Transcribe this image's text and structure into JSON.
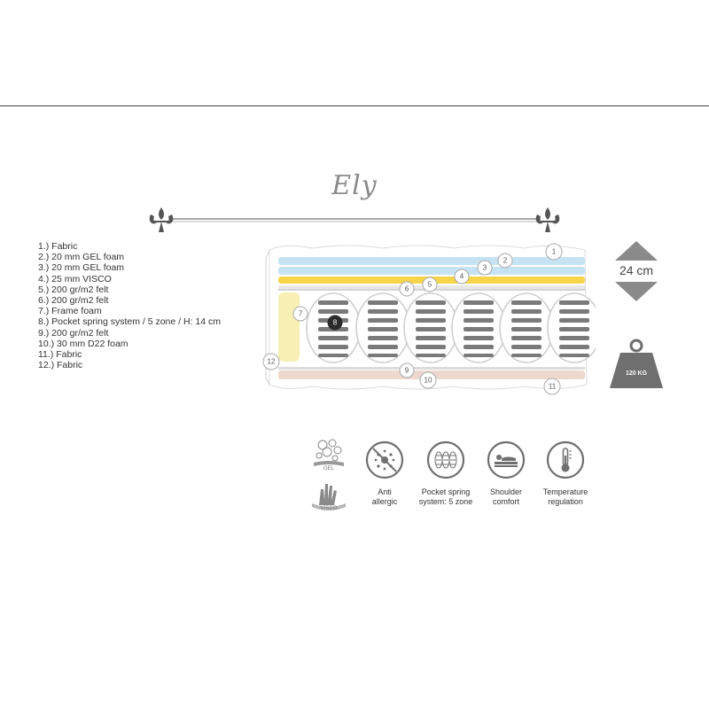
{
  "title": "Ely",
  "layers": [
    "1.) Fabric",
    "2.) 20 mm GEL foam",
    "3.) 20 mm GEL foam",
    "4.) 25 mm VISCO",
    "5.) 200 gr/m2 felt",
    "6.) 200 gr/m2 felt",
    "7.) Frame foam",
    "8.) Pocket spring system / 5 zone / H: 14 cm",
    "9.) 200 gr/m2 felt",
    "10.) 30 mm D22 foam",
    "11.) Fabric",
    "12.) Fabric"
  ],
  "callouts": [
    "1",
    "2",
    "3",
    "4",
    "5",
    "6",
    "7",
    "8",
    "9",
    "10",
    "11",
    "12"
  ],
  "height": "24 cm",
  "max_weight": "120 KG",
  "gel_label": "GEL",
  "visco_label": "VISCO",
  "features": [
    {
      "icon": "anti-allergic-icon",
      "label": "Anti\nallergic"
    },
    {
      "icon": "pocket-spring-icon",
      "label": "Pocket spring\nsystem: 5 zone"
    },
    {
      "icon": "shoulder-comfort-icon",
      "label": "Shoulder\ncomfort"
    },
    {
      "icon": "temperature-regulation-icon",
      "label": "Temperature\nregulation"
    }
  ],
  "colors": {
    "gel_blue": "#c6e3f4",
    "visco_yellow": "#f7d54a",
    "frame_foam": "#f7efb4",
    "d22_foam": "#ecd8cc",
    "icon_grey": "#6f6f6f"
  }
}
